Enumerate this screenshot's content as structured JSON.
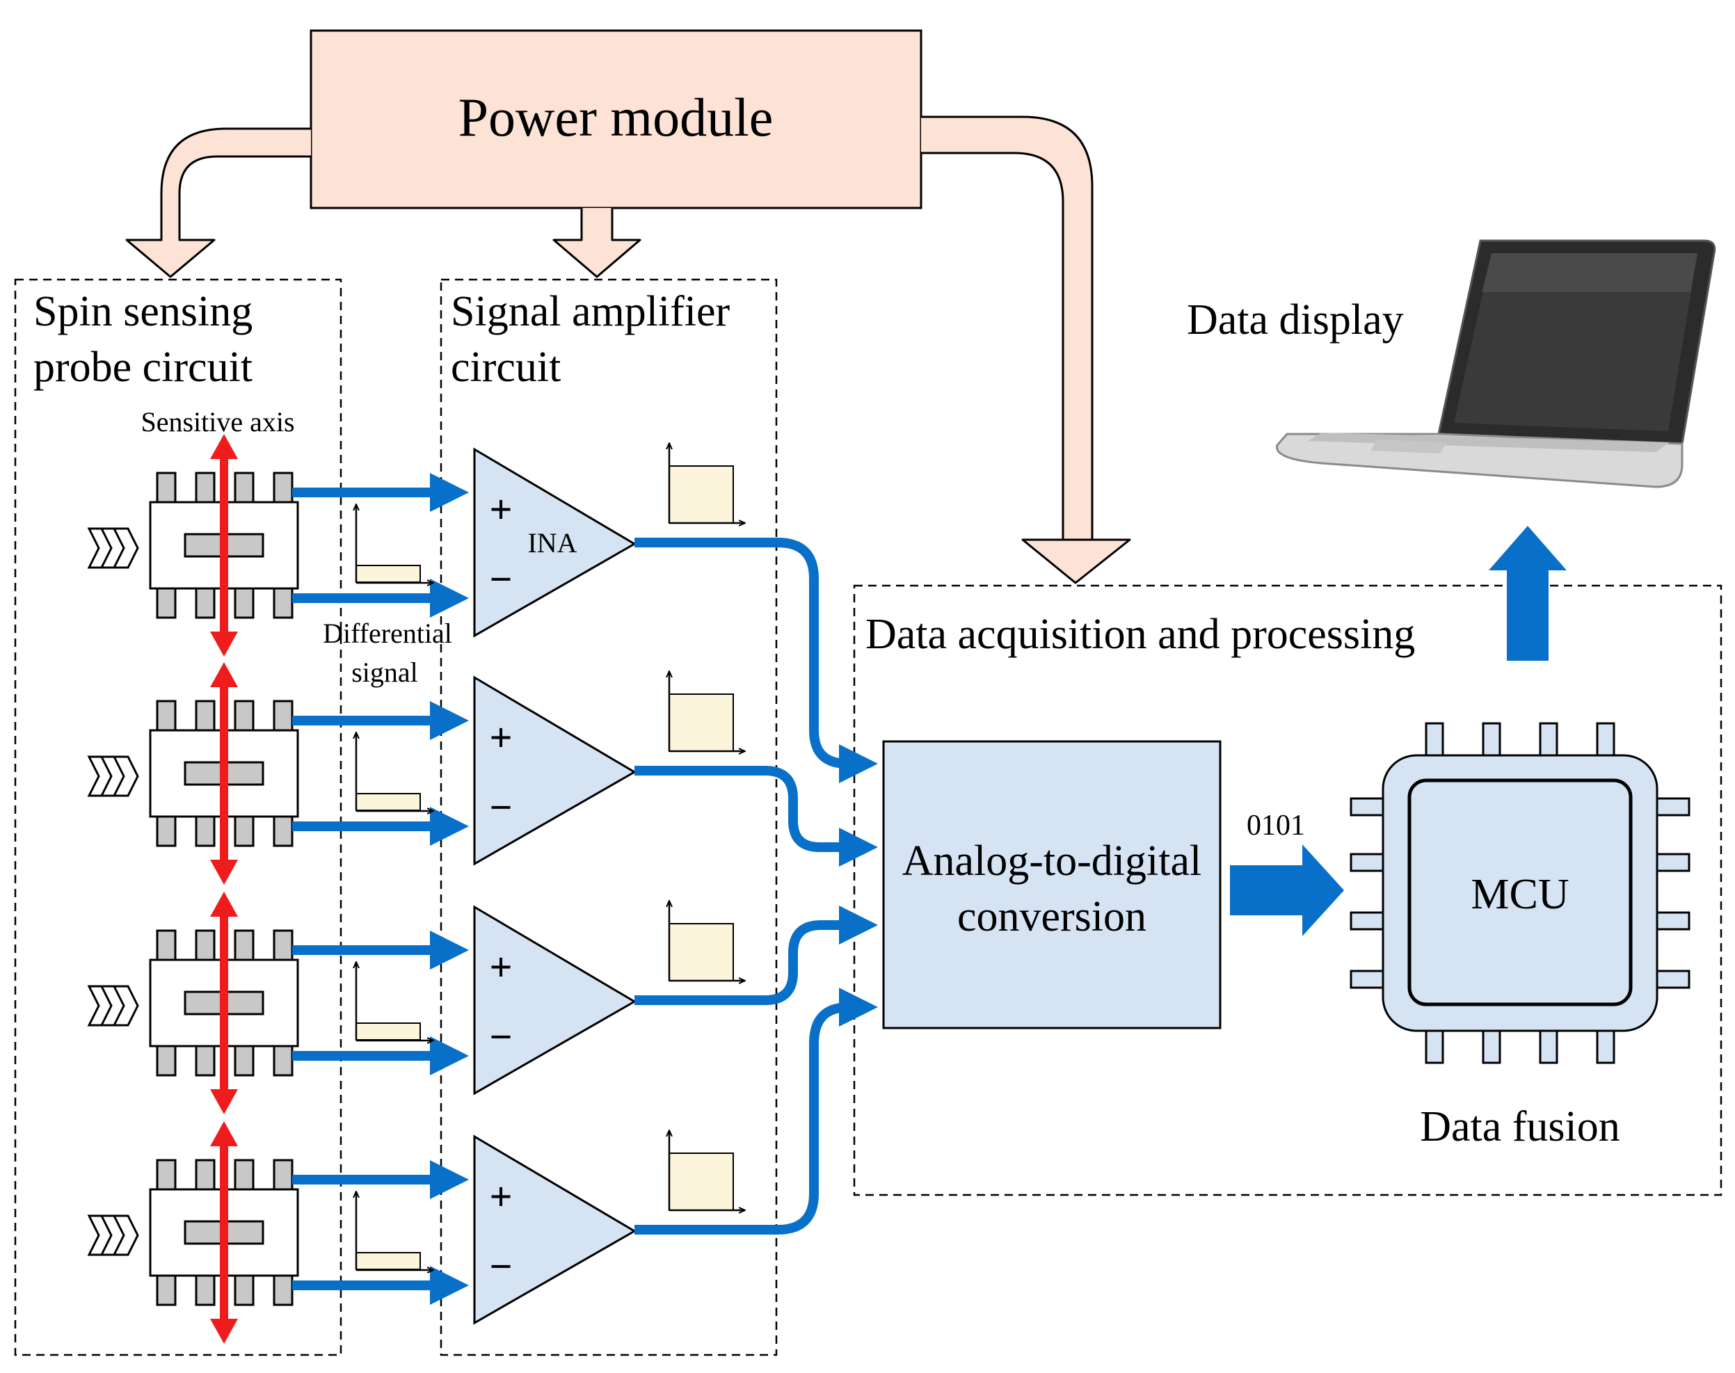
{
  "power_module": {
    "label": "Power module"
  },
  "probe_section": {
    "title_line1": "Spin sensing",
    "title_line2": "probe circuit",
    "sensitive_axis": "Sensitive axis",
    "differential_line1": "Differential",
    "differential_line2": "signal"
  },
  "amplifier_section": {
    "title_line1": "Signal amplifier",
    "title_line2": "circuit",
    "ina_label": "INA",
    "plus_sign": "+",
    "minus_sign": "−"
  },
  "daq_section": {
    "title": "Data acquisition and processing",
    "adc_line1": "Analog-to-digital",
    "adc_line2": "conversion",
    "bits_label": "0101",
    "mcu_label": "MCU",
    "fusion_label": "Data fusion"
  },
  "display": {
    "label": "Data display"
  },
  "colors": {
    "power": "#fde3d6",
    "block": "#d6e3f3",
    "signal_arrow": "#0870c8",
    "axis_arrow": "#ee1c1c",
    "chip_pin": "#c8c8c8",
    "plot_fill": "#fdf4dc"
  }
}
